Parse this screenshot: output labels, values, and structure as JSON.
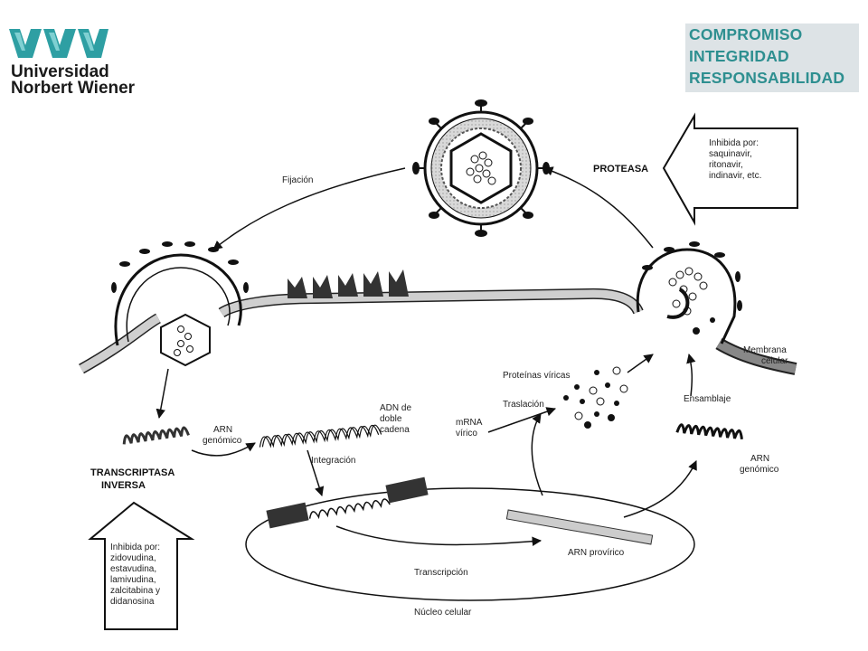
{
  "header": {
    "logo_line1": "Universidad",
    "logo_line2": "Norbert Wiener",
    "values": [
      "COMPROMISO",
      "INTEGRIDAD",
      "RESPONSABILIDAD"
    ],
    "brand_color": "#2e9fa3"
  },
  "diagram": {
    "fijacion": "Fijación",
    "proteasa": "PROTEASA",
    "proteasa_inhibidores": [
      "Inhibida por:",
      "saquinavir,",
      "ritonavir,",
      "indinavir, etc."
    ],
    "transcriptasa": [
      "TRANSCRIPTASA",
      "INVERSA"
    ],
    "transcriptasa_inhibidores": [
      "Inhibida por:",
      "zidovudina,",
      "estavudina,",
      "lamivudina,",
      "zalcitabina y",
      "didanosina"
    ],
    "arn_genomico_left": [
      "ARN",
      "genómico"
    ],
    "adn_doble": [
      "ADN de",
      "doble",
      "cadena"
    ],
    "integracion": "Integración",
    "transcripcion": "Transcripción",
    "nucleo": "Núcleo celular",
    "arn_proviral": "ARN provírico",
    "mrna": [
      "mRNA",
      "vírico"
    ],
    "traslacion": "Traslación",
    "proteinas": "Proteínas víricas",
    "ensamblaje": "Ensamblaje",
    "arn_genomico_right": [
      "ARN",
      "genómico"
    ],
    "membrana": [
      "Membrana",
      "celular"
    ]
  }
}
